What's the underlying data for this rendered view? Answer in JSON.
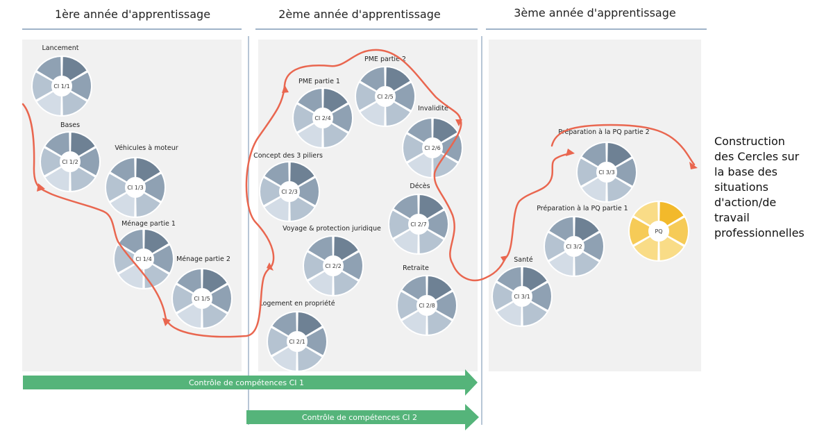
{
  "years": [
    {
      "title": "1ère année d'apprentissage"
    },
    {
      "title": "2ème année d'apprentissage"
    },
    {
      "title": "3ème année d'apprentissage"
    }
  ],
  "circles": [
    {
      "code": "CI 1/1",
      "label": "Lancement",
      "year": 1
    },
    {
      "code": "CI 1/2",
      "label": "Bases",
      "year": 1
    },
    {
      "code": "CI 1/3",
      "label": "Véhicules à moteur",
      "year": 1
    },
    {
      "code": "CI 1/4",
      "label": "Ménage partie 1",
      "year": 1
    },
    {
      "code": "CI 1/5",
      "label": "Ménage partie 2",
      "year": 1
    },
    {
      "code": "CI 2/1",
      "label": "Logement en propriété",
      "year": 2
    },
    {
      "code": "CI 2/2",
      "label": "Voyage & protection juridique",
      "year": 2
    },
    {
      "code": "CI 2/3",
      "label": "Concept des 3 piliers",
      "year": 2
    },
    {
      "code": "CI 2/4",
      "label": "PME partie 1",
      "year": 2
    },
    {
      "code": "CI 2/5",
      "label": "PME partie 2",
      "year": 2
    },
    {
      "code": "CI 2/6",
      "label": "Invalidité",
      "year": 2
    },
    {
      "code": "CI 2/7",
      "label": "Décès",
      "year": 2
    },
    {
      "code": "CI 2/8",
      "label": "Retraite",
      "year": 2
    },
    {
      "code": "CI 3/1",
      "label": "Santé",
      "year": 3
    },
    {
      "code": "CI 3/2",
      "label": "Préparation à la PQ partie 1",
      "year": 3
    },
    {
      "code": "CI 3/3",
      "label": "Préparation à la PQ partie 2",
      "year": 3
    }
  ],
  "pq": {
    "code": "PQ"
  },
  "competence_arrows": [
    {
      "label": "Contrôle de compétences CI 1"
    },
    {
      "label": "Contrôle de compétences CI 2"
    }
  ],
  "side_text": {
    "lines": [
      "Construction",
      "des Cercles sur",
      "la base des",
      "situations",
      "d'action/de",
      "travail",
      "professionnelles"
    ]
  },
  "colors": {
    "panel": "#f1f1f1",
    "divider": "#9fb3c8",
    "path": "#e9664f",
    "arrow": "#55b47a",
    "circle_dark": "#6e8194",
    "circle_mid": "#8fa1b3",
    "circle_light": "#b5c3d1",
    "circle_pale": "#d3dce6",
    "pq_dark": "#f2b92b",
    "pq_mid": "#f6cb57",
    "pq_light": "#f9dc87"
  }
}
